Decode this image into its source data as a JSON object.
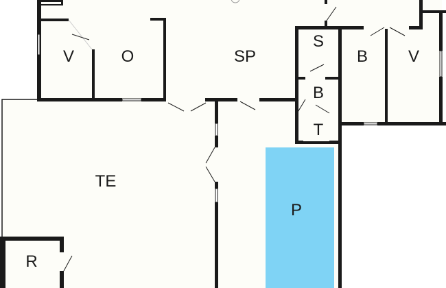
{
  "rooms": {
    "v_left": "V",
    "o": "O",
    "sp": "SP",
    "s": "S",
    "b_upper": "B",
    "v_right": "V",
    "b_lower": "B",
    "t": "T",
    "te": "TE",
    "p": "P",
    "r": "R"
  },
  "colors": {
    "floor": "#fdfdf8",
    "wall": "#1a1a1a",
    "pool": "#7fd3f5"
  }
}
